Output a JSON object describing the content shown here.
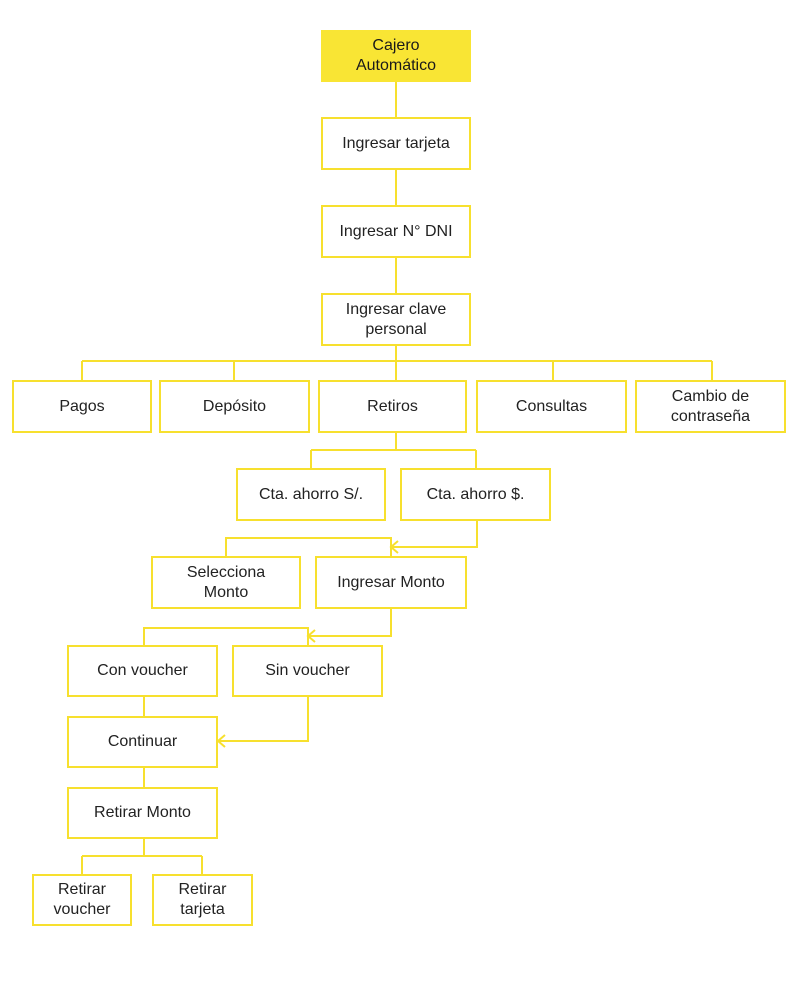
{
  "colors": {
    "line": "#f7e02e",
    "root_fill": "#f9e534",
    "text": "#222222"
  },
  "nodes": {
    "root": "Cajero\nAutomático",
    "tarjeta": "Ingresar tarjeta",
    "dni": "Ingresar N° DNI",
    "clave": "Ingresar clave\npersonal",
    "pagos": "Pagos",
    "deposito": "Depósito",
    "retiros": "Retiros",
    "consultas": "Consultas",
    "cambio": "Cambio de\ncontraseña",
    "cta_soles": "Cta. ahorro S/.",
    "cta_dolares": "Cta. ahorro $.",
    "selecciona": "Selecciona\nMonto",
    "ingresar_monto": "Ingresar Monto",
    "con_voucher": "Con voucher",
    "sin_voucher": "Sin voucher",
    "continuar": "Continuar",
    "retirar_monto": "Retirar Monto",
    "retirar_voucher": "Retirar\nvoucher",
    "retirar_tarjeta": "Retirar\ntarjeta"
  }
}
